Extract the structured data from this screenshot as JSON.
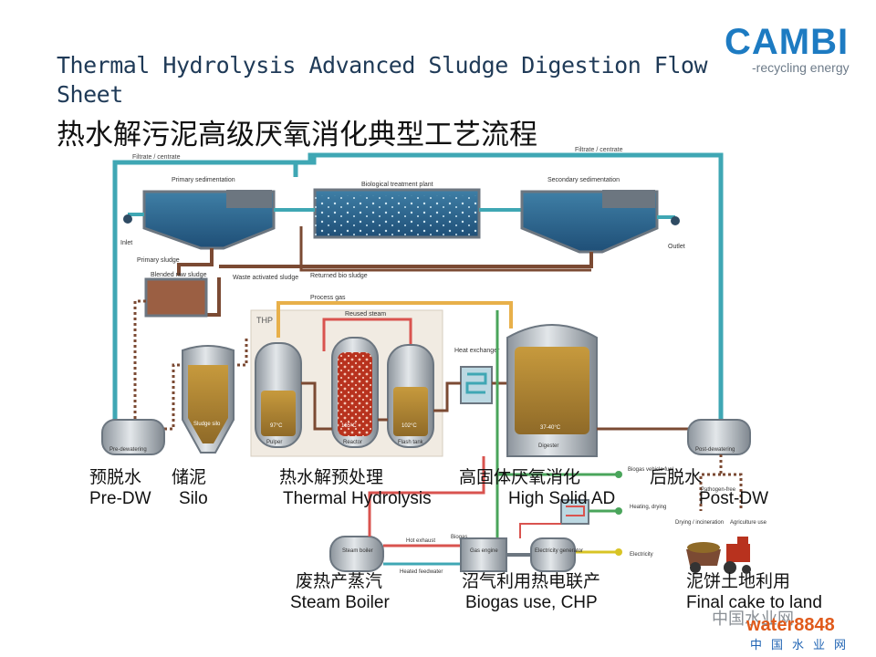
{
  "title_en": "Thermal Hydrolysis Advanced Sludge Digestion Flow Sheet",
  "title_zh": "热水解污泥高级厌氧消化典型工艺流程",
  "logo": {
    "mark": "CAMBI",
    "tagline": "-recycling energy"
  },
  "diagram": {
    "filtrate_left": "Filtrate / centrate",
    "filtrate_right": "Filtrate / centrate",
    "primary_sedimentation": "Primary sedimentation",
    "biological_treatment": "Biological treatment plant",
    "secondary_sedimentation": "Secondary sedimentation",
    "inlet": "Inlet",
    "outlet": "Outlet",
    "primary_sludge": "Primary sludge",
    "blended_raw_sludge": "Blended raw sludge",
    "returned_bio_sludge": "Returned bio sludge",
    "waste_activated_sludge": "Waste activated sludge",
    "process_gas": "Process gas",
    "thp": "THP",
    "reused_steam": "Reused steam",
    "heat_exchanger": "Heat exchanger",
    "pre_dewatering": "Pre-dewatering",
    "sludge_silo": "Sludge silo",
    "pulper": "Pulper",
    "reactor": "Reactor",
    "flash_tank": "Flash tank",
    "digester": "Digester",
    "post_dewatering": "Post-dewatering",
    "pulper_temp": "97°C",
    "reactor_temp": "165°C",
    "flash_temp": "102°C",
    "digester_temp": "37-40°C",
    "biogas_vehicle_fuel": "Biogas vehicle fuel",
    "biogas": "Biogas",
    "heating_drying": "Heating, drying",
    "electricity": "Electricity",
    "pathogen_free": "Pathogen-free",
    "drying_incineration": "Drying / incineration",
    "agriculture_use": "Agriculture use",
    "hot_exhaust": "Hot exhaust",
    "heated_feedwater": "Heated feedwater",
    "steam_boiler": "Steam boiler",
    "gas_engine": "Gas engine",
    "electricity_generator": "Electricity generator"
  },
  "captions": {
    "pre_dw_zh": "预脱水",
    "silo_zh": "储泥",
    "pre_dw_en": "Pre-DW",
    "silo_en": "Silo",
    "thp_zh": "热水解预处理",
    "thp_en": "Thermal Hydrolysis",
    "ad_zh": "高固体厌氧消化",
    "ad_en": "High Solid AD",
    "post_zh": "后脱水",
    "post_en": "Post-DW",
    "boiler_zh": "废热产蒸汽",
    "boiler_en": "Steam Boiler",
    "chp_zh": "沼气利用热电联产",
    "chp_en": "Biogas use, CHP",
    "cake_zh": "泥饼土地利用",
    "cake_en": "Final cake to land"
  },
  "watermark": {
    "line1": "中国水业网",
    "brand": "water8848",
    "line2": "中国水业网"
  },
  "colors": {
    "filtrate": "#3fa7b4",
    "sludge": "#7b4a33",
    "steam": "#d9534f",
    "gas": "#e8b04a",
    "biogas": "#4aa55b",
    "electricity": "#d8c425"
  }
}
